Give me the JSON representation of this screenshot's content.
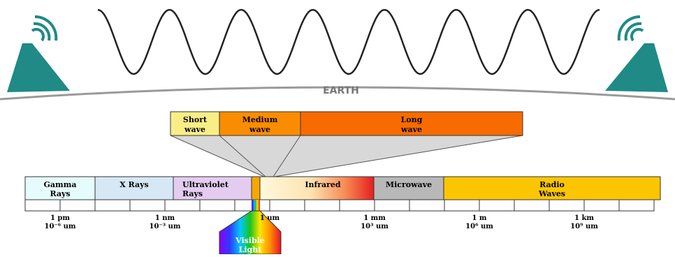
{
  "earth_label": "EARTH",
  "subbands": [
    {
      "line1": "Short",
      "line2": "wave",
      "color": "#F9EE86"
    },
    {
      "line1": "Medium",
      "line2": "wave",
      "color": "#FA8C02"
    },
    {
      "line1": "Long",
      "line2": "wave",
      "color": "#F76B00"
    }
  ],
  "spectrum": [
    {
      "line1": "Gamma",
      "line2": "Rays",
      "color": "#E6FCFC"
    },
    {
      "line1": "X Rays",
      "line2": "",
      "color": "#D6E8F6"
    },
    {
      "line1": "Ultraviolet",
      "line2": "Rays",
      "color": "#E4CCF1"
    },
    {
      "line1": "Infrared",
      "line2": "",
      "color": "#FDE3B0"
    },
    {
      "line1": "Microwave",
      "line2": "",
      "color": "#B8B8B8"
    },
    {
      "line1": "Radio",
      "line2": "Waves",
      "color": "#FBC601"
    }
  ],
  "scale_labels": [
    {
      "line1": "1 pm",
      "line2": "10⁻⁶ um"
    },
    {
      "line1": "1 nm",
      "line2": "10⁻³ um"
    },
    {
      "line1": "1 um",
      "line2": ""
    },
    {
      "line1": "1 mm",
      "line2": "10³ um"
    },
    {
      "line1": "1 m",
      "line2": "10⁶ um"
    },
    {
      "line1": "1 km",
      "line2": "10⁹ um"
    }
  ],
  "visible_light": {
    "line1": "Visible",
    "line2": "Light"
  },
  "colors": {
    "tower": "#1F8A86",
    "wave": "#222222",
    "earth_arc": "#9A9A9A",
    "funnel": "#D8D8D8",
    "outline": "#333333"
  }
}
